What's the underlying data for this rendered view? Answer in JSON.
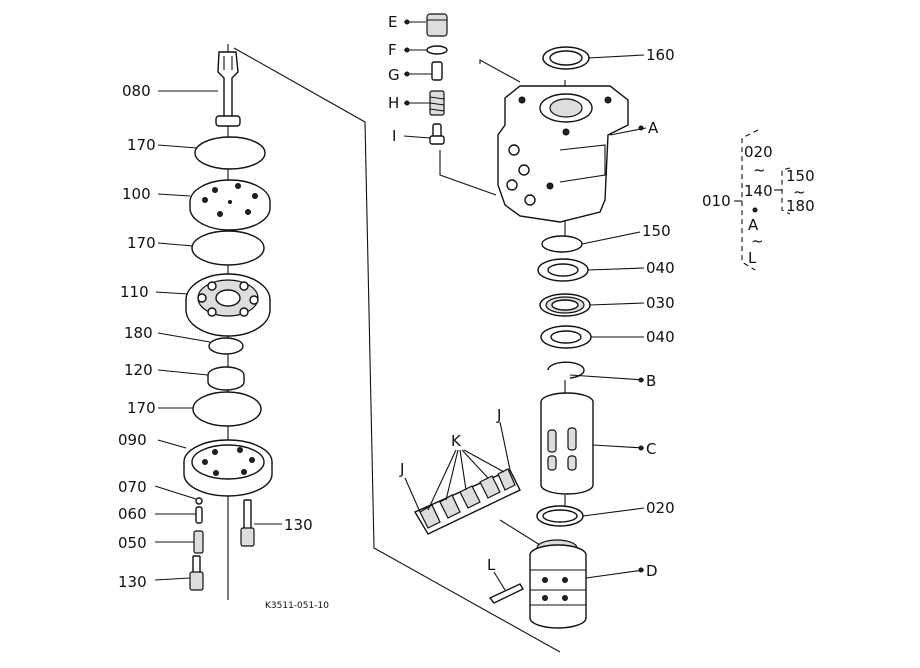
{
  "labels": {
    "p080": "080",
    "p170a": "170",
    "p100": "100",
    "p170b": "170",
    "p110": "110",
    "p180": "180",
    "p120": "120",
    "p170c": "170",
    "p090": "090",
    "p070": "070",
    "p060": "060",
    "p050": "050",
    "p130a": "130",
    "p130b": "130",
    "E": "E",
    "F": "F",
    "G": "G",
    "H": "H",
    "I": "I",
    "p160": "160",
    "A": "A",
    "p150": "150",
    "p040a": "040",
    "p030": "030",
    "p040b": "040",
    "B": "B",
    "C": "C",
    "p020": "020",
    "D": "D",
    "L": "L",
    "J1": "J",
    "J2": "J",
    "K": "K"
  },
  "legend": {
    "t020": "020",
    "tilde1": "~",
    "t140": "140",
    "t150": "150",
    "tilde2": "~",
    "t180": "180",
    "t010": "010",
    "tA": "A",
    "tdash": "~",
    "tL": "L"
  },
  "drawing_code": "K3511-051-10"
}
